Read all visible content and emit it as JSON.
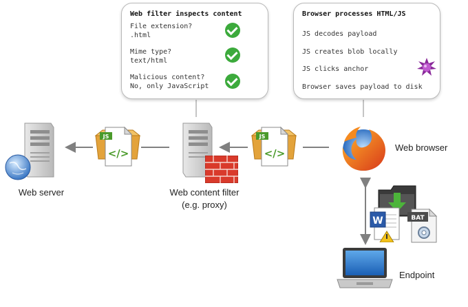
{
  "filter_box": {
    "title": "Web filter inspects content",
    "items": [
      {
        "question": "File extension?",
        "answer": ".html"
      },
      {
        "question": "Mime type?",
        "answer": "text/html"
      },
      {
        "question": "Malicious content?",
        "answer": "No, only JavaScript"
      }
    ]
  },
  "browser_box": {
    "title": "Browser processes HTML/JS",
    "steps": [
      "JS decodes payload",
      "JS creates blob locally",
      "JS clicks anchor",
      "Browser saves payload to disk"
    ]
  },
  "nodes": {
    "web_server": "Web server",
    "filter_line1": "Web content filter",
    "filter_line2": "(e.g. proxy)",
    "browser": "Web browser",
    "endpoint": "Endpoint"
  },
  "packages": {
    "badge": "JS",
    "code": "</>"
  },
  "files": {
    "bat_label": "BAT",
    "word_letter": "W"
  },
  "colors": {
    "check": "#3caa3c",
    "code_green": "#4a9a2a",
    "firewall": "#d93a2b",
    "connector": "#808080"
  }
}
